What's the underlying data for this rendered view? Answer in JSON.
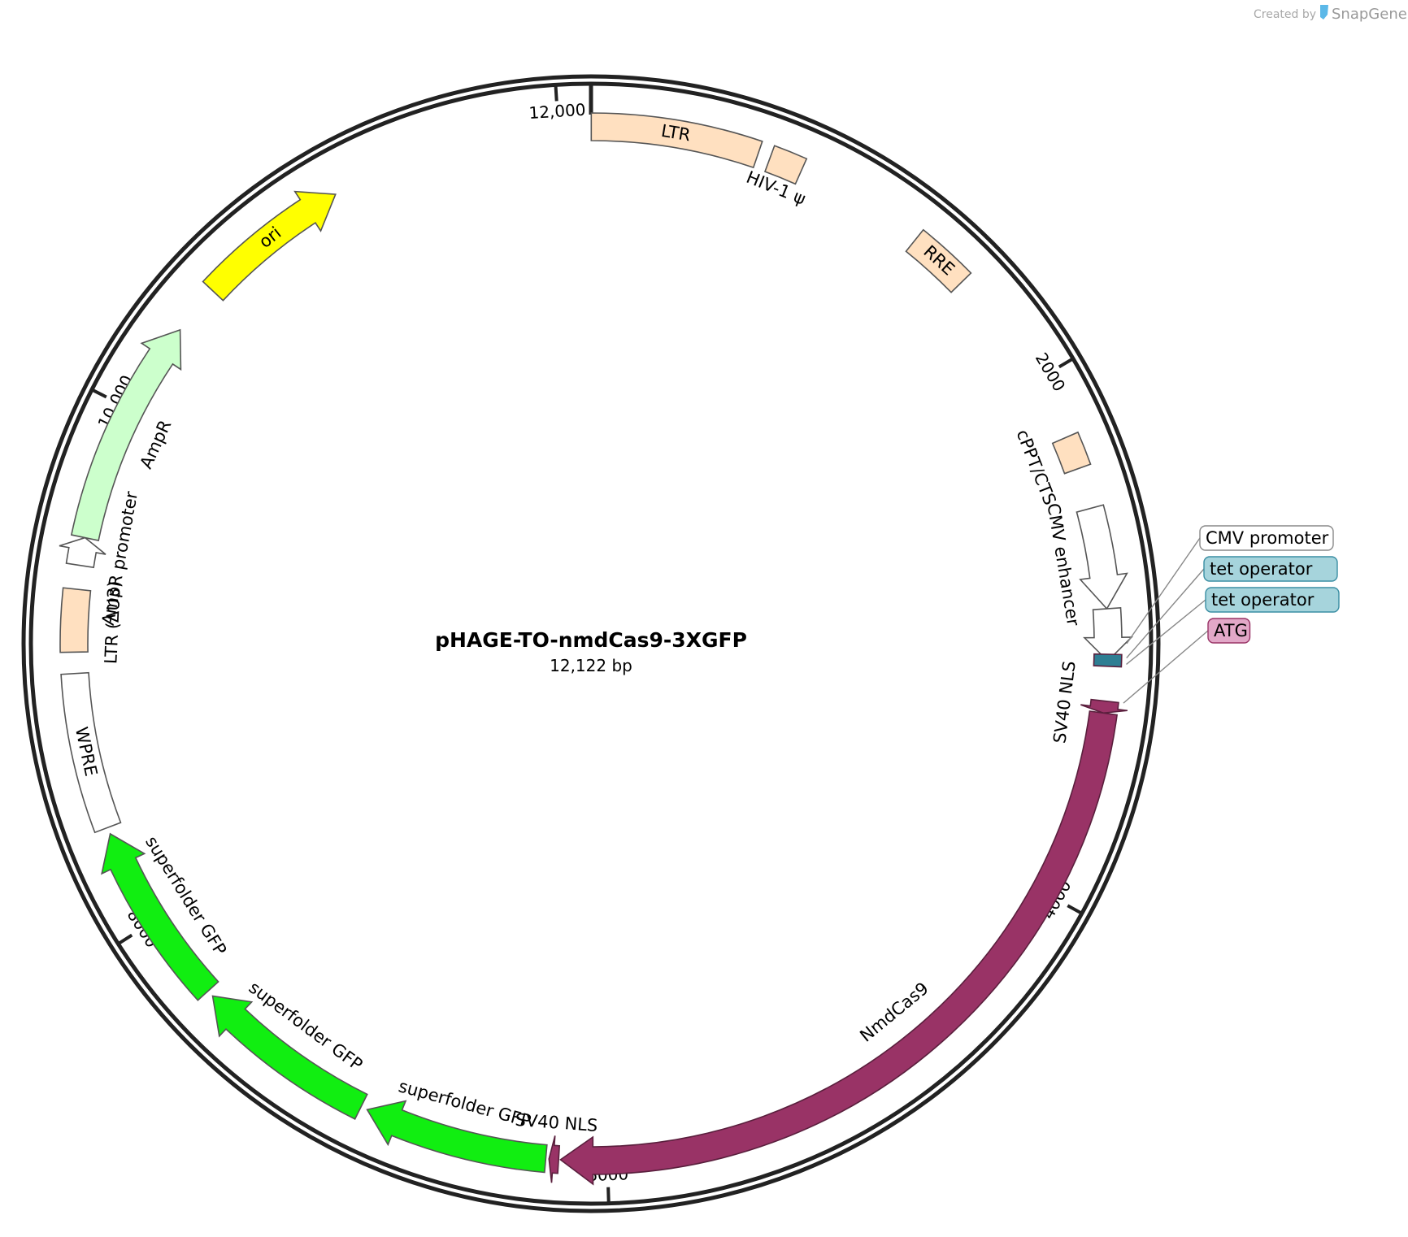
{
  "credit": {
    "prefix": "Created by",
    "brand": "SnapGene"
  },
  "plasmid": {
    "name": "pHAGE-TO-nmdCas9-3XGFP",
    "size_label": "12,122 bp",
    "length_bp": 12122
  },
  "ticks": [
    {
      "bp": 0,
      "label": ""
    },
    {
      "bp": 2000,
      "label": "2000"
    },
    {
      "bp": 4000,
      "label": "4000"
    },
    {
      "bp": 6000,
      "label": "6000"
    },
    {
      "bp": 8000,
      "label": "8000"
    },
    {
      "bp": 10000,
      "label": "10,000"
    },
    {
      "bp": 12000,
      "label": "12,000"
    }
  ],
  "features": [
    {
      "name": "LTR",
      "start": 1,
      "end": 634,
      "direction": "none",
      "color": "#FFE0C0",
      "track": 0,
      "label": "LTR"
    },
    {
      "name": "HIV-1 psi",
      "start": 681,
      "end": 807,
      "direction": "none",
      "color": "#FFE0C0",
      "track": 0,
      "label": "HIV-1 ψ"
    },
    {
      "name": "RRE",
      "start": 1305,
      "end": 1539,
      "direction": "none",
      "color": "#FFE0C0",
      "track": 0,
      "label": "RRE"
    },
    {
      "name": "cPPT/CTS",
      "start": 2240,
      "end": 2365,
      "direction": "none",
      "color": "#FFE0C0",
      "track": 0,
      "label": "cPPT/CTS"
    },
    {
      "name": "CMV enhancer",
      "start": 2520,
      "end": 2900,
      "direction": "forward",
      "color": "#FFFFFF",
      "track": 0,
      "label": "CMV enhancer"
    },
    {
      "name": "CMV promoter",
      "start": 2900,
      "end": 3095,
      "direction": "forward",
      "color": "#FFFFFF",
      "track": 0,
      "label": ""
    },
    {
      "name": "tet operator",
      "start": 3070,
      "end": 3115,
      "direction": "none",
      "color": "#2E7E93",
      "track": 0,
      "label": ""
    },
    {
      "name": "SV40 NLS",
      "start": 3245,
      "end": 3290,
      "direction": "forward",
      "color": "#993366",
      "track": 0,
      "label": "SV40 NLS"
    },
    {
      "name": "NmdCas9",
      "start": 3290,
      "end": 6175,
      "direction": "forward",
      "color": "#993366",
      "track": 0,
      "label": "NmdCas9"
    },
    {
      "name": "SV40 NLS 2",
      "start": 6182,
      "end": 6218,
      "direction": "forward",
      "color": "#993366",
      "track": 0,
      "label": "SV40 NLS"
    },
    {
      "name": "superfolder GFP 1",
      "start": 6230,
      "end": 6925,
      "direction": "forward",
      "color": "#11EE11",
      "track": 0,
      "label": "superfolder GFP"
    },
    {
      "name": "superfolder GFP 2",
      "start": 6950,
      "end": 7645,
      "direction": "forward",
      "color": "#11EE11",
      "track": 0,
      "label": "superfolder GFP"
    },
    {
      "name": "superfolder GFP 3",
      "start": 7670,
      "end": 8365,
      "direction": "forward",
      "color": "#11EE11",
      "track": 0,
      "label": "superfolder GFP"
    },
    {
      "name": "WPRE",
      "start": 8390,
      "end": 8980,
      "direction": "none",
      "color": "#FFFFFF",
      "track": 0,
      "label": "WPRE"
    },
    {
      "name": "LTR (dU3)",
      "start": 9060,
      "end": 9295,
      "direction": "none",
      "color": "#FFE0C0",
      "track": 0,
      "label": "LTR (ΔU3)"
    },
    {
      "name": "AmpR promoter",
      "start": 9385,
      "end": 9490,
      "direction": "forward",
      "color": "#FFFFFF",
      "track": 0,
      "label": "AmpR promoter"
    },
    {
      "name": "AmpR",
      "start": 9490,
      "end": 10350,
      "direction": "forward",
      "color": "#CCFFCC",
      "track": 0,
      "label": "AmpR"
    },
    {
      "name": "ori",
      "start": 10540,
      "end": 11125,
      "direction": "forward",
      "color": "#FFFF00",
      "track": 0,
      "label": "ori"
    }
  ],
  "callouts": [
    {
      "label": "CMV promoter",
      "bp": 3030,
      "fill": "#FFFFFF",
      "stroke": "#888888"
    },
    {
      "label": "tet operator",
      "bp": 3082,
      "fill": "#A6D4DC",
      "stroke": "#3a8ea3"
    },
    {
      "label": "tet operator",
      "bp": 3105,
      "fill": "#A6D4DC",
      "stroke": "#3a8ea3"
    },
    {
      "label": "ATG",
      "bp": 3245,
      "fill": "#E2A8C8",
      "stroke": "#993366"
    }
  ]
}
